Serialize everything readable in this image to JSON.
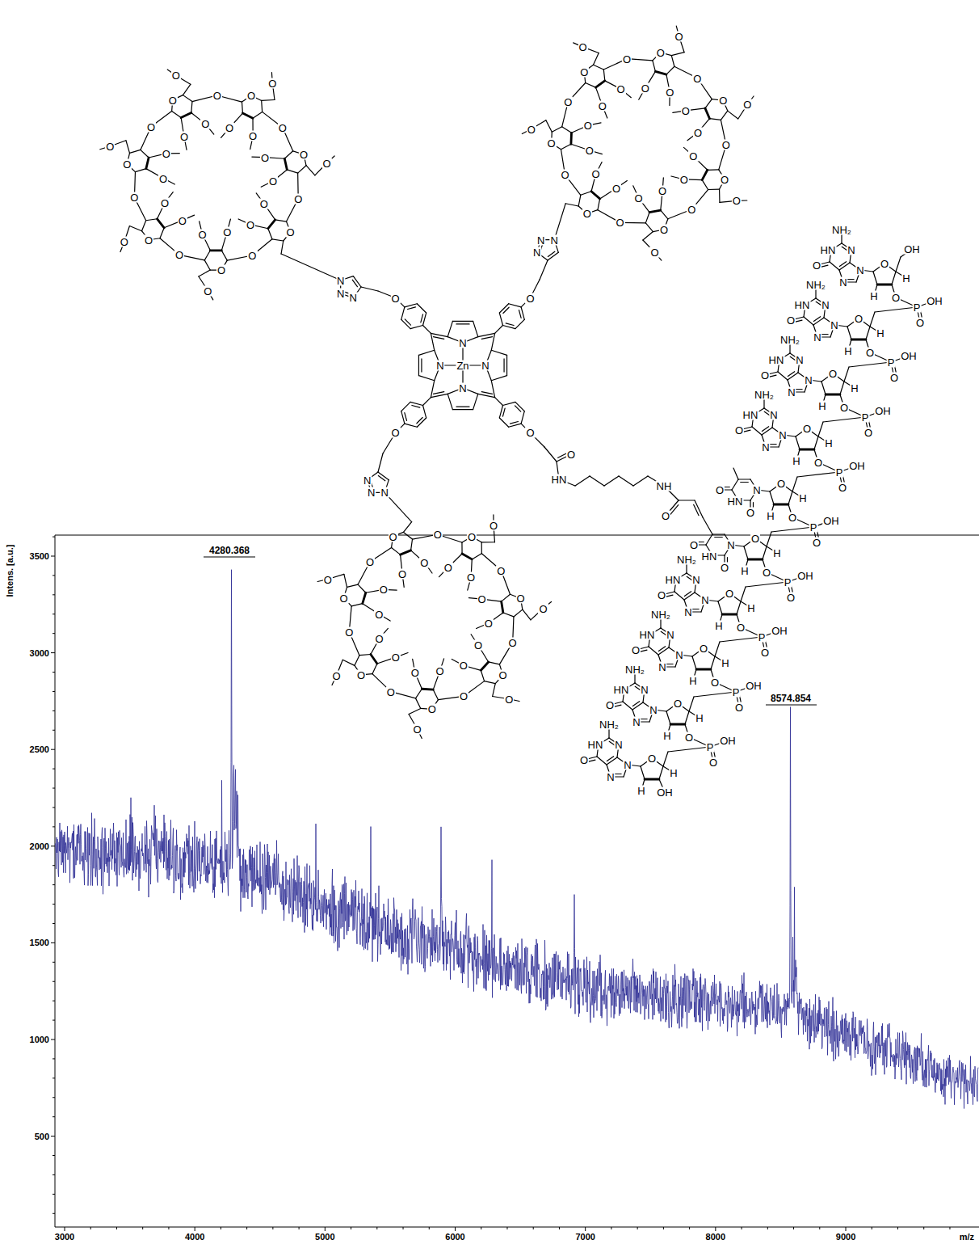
{
  "diagram": {
    "labels": [
      "4280.368",
      "8574.854",
      "3000",
      "4000",
      "5000",
      "6000",
      "7000",
      "8000",
      "9000",
      "500",
      "1000",
      "1500",
      "2000",
      "2500",
      "3000",
      "3500",
      "Intens. [a.u.]",
      "m/z",
      "O",
      "O",
      "O",
      "O",
      "O",
      "O",
      "O",
      "O",
      "O",
      "O",
      "O",
      "O",
      "O",
      "O",
      "O",
      "O",
      "O",
      "O",
      "O",
      "O",
      "O",
      "O",
      "O",
      "O",
      "O",
      "O",
      "O",
      "O",
      "O",
      "O",
      "O",
      "O",
      "O",
      "O",
      "O",
      "O",
      "O",
      "O",
      "O",
      "O",
      "O",
      "O",
      "O",
      "O",
      "O",
      "O",
      "O",
      "O",
      "O",
      "O",
      "O",
      "O",
      "O",
      "O",
      "O",
      "O",
      "O",
      "O",
      "O",
      "O",
      "O",
      "O",
      "O",
      "O",
      "O",
      "O",
      "O",
      "O",
      "O",
      "O",
      "O",
      "O",
      "O",
      "O",
      "O",
      "O",
      "O",
      "O",
      "O",
      "O",
      "O",
      "O",
      "O",
      "O",
      "O",
      "O",
      "O",
      "O",
      "O",
      "O",
      "O",
      "O",
      "O",
      "O",
      "O",
      "O",
      "O",
      "O",
      "O",
      "O",
      "O",
      "O",
      "N",
      "N",
      "N",
      "N",
      "N",
      "N",
      "N",
      "N",
      "N",
      "N",
      "N",
      "N",
      "N",
      "Zn",
      "O",
      "O",
      "O",
      "O",
      "O",
      "HN",
      "NH",
      "O",
      "NH₂",
      "HN",
      "N",
      "O",
      "N",
      "N",
      "O",
      "H",
      "H",
      "OH",
      "O",
      "P",
      "OH",
      "O",
      "NH₂",
      "HN",
      "N",
      "O",
      "N",
      "N",
      "O",
      "H",
      "H",
      "O",
      "P",
      "OH",
      "O",
      "NH₂",
      "HN",
      "N",
      "O",
      "N",
      "N",
      "O",
      "H",
      "H",
      "O",
      "P",
      "OH",
      "O",
      "NH₂",
      "HN",
      "N",
      "O",
      "N",
      "N",
      "O",
      "H",
      "H",
      "O",
      "P",
      "OH",
      "O",
      "O",
      "HN",
      "O",
      "N",
      "O",
      "H",
      "H",
      "O",
      "P",
      "OH",
      "O",
      "O",
      "HN",
      "O",
      "N",
      "O",
      "H",
      "H",
      "O",
      "P",
      "OH",
      "O",
      "NH₂",
      "HN",
      "N",
      "O",
      "N",
      "N",
      "O",
      "H",
      "H",
      "O",
      "P",
      "OH",
      "O",
      "NH₂",
      "HN",
      "N",
      "O",
      "N",
      "N",
      "O",
      "H",
      "H",
      "O",
      "P",
      "OH",
      "O",
      "NH₂",
      "HN",
      "N",
      "O",
      "N",
      "N",
      "O",
      "H",
      "H",
      "O",
      "P",
      "OH",
      "O",
      "NH₂",
      "HN",
      "N",
      "O",
      "N",
      "N",
      "O",
      "H",
      "H",
      "OH"
    ]
  }
}
